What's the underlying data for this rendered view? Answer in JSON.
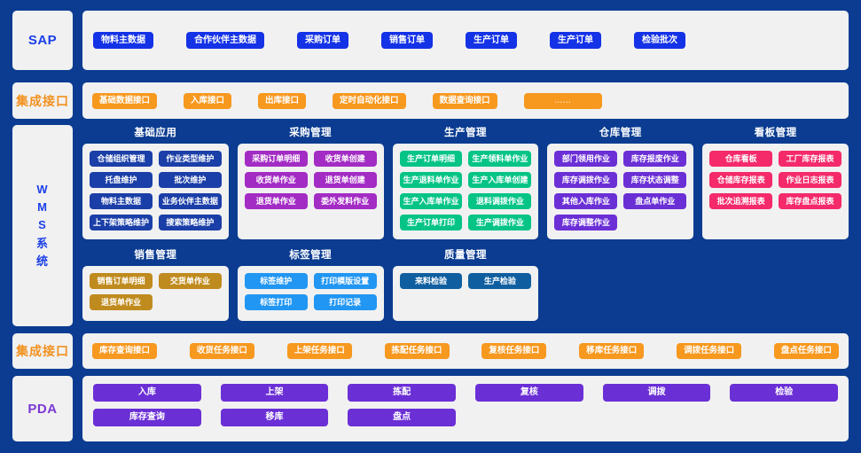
{
  "rails": {
    "sap": "SAP",
    "integration_top": "集成接口",
    "wms": [
      "W",
      "M",
      "S",
      "系",
      "统"
    ],
    "integration_bottom": "集成接口",
    "pda": "PDA"
  },
  "sap": {
    "buttons": [
      "物料主数据",
      "合作伙伴主数据",
      "采购订单",
      "销售订单",
      "生产订单",
      "生产订单",
      "检验批次"
    ]
  },
  "integration_top": {
    "buttons": [
      "基础数据接口",
      "入库接口",
      "出库接口",
      "定时自动化接口",
      "数据查询接口",
      "……"
    ]
  },
  "wms": {
    "row1": [
      {
        "title": "基础应用",
        "color": "#1b3fa8",
        "items": [
          "仓储组织管理",
          "作业类型维护",
          "托盘维护",
          "批次维护",
          "物料主数据",
          "业务伙伴主数据",
          "上下架策略维护",
          "搜索策略维护"
        ]
      },
      {
        "title": "采购管理",
        "color": "#a32cc4",
        "items": [
          "采购订单明细",
          "收货单创建",
          "收货单作业",
          "退货单创建",
          "退货单作业",
          "委外发料作业"
        ]
      },
      {
        "title": "生产管理",
        "color": "#06c486",
        "items": [
          "生产订单明细",
          "生产领料单作业",
          "生产退料单作业",
          "生产入库单创建",
          "生产入库单作业",
          "退料调拨作业",
          "生产订单打印",
          "生产调拨作业"
        ]
      },
      {
        "title": "仓库管理",
        "color": "#6b2fd6",
        "items": [
          "部门领用作业",
          "库存报废作业",
          "库存调拨作业",
          "库存状态调整",
          "其他入库作业",
          "盘点单作业",
          "库存调整作业"
        ]
      },
      {
        "title": "看板管理",
        "color": "#f42a6b",
        "items": [
          "仓库看板",
          "工厂库存报表",
          "仓储库存报表",
          "作业日志报表",
          "批次追溯报表",
          "库存盘点报表"
        ]
      }
    ],
    "row2": [
      {
        "title": "销售管理",
        "color": "#c08b1e",
        "items": [
          "销售订单明细",
          "交货单作业",
          "退货单作业"
        ]
      },
      {
        "title": "标签管理",
        "color": "#2196f3",
        "items": [
          "标签维护",
          "打印模版设置",
          "标签打印",
          "打印记录"
        ]
      },
      {
        "title": "质量管理",
        "color": "#0f5fa0",
        "items": [
          "来料检验",
          "生产检验"
        ]
      }
    ]
  },
  "integration_bottom": {
    "buttons": [
      "库存查询接口",
      "收货任务接口",
      "上架任务接口",
      "拣配任务接口",
      "复核任务接口",
      "移库任务接口",
      "调拨任务接口",
      "盘点任务接口"
    ]
  },
  "pda": {
    "row1": [
      "入库",
      "上架",
      "拣配",
      "复核",
      "调拨",
      "检验"
    ],
    "row2": [
      "库存查询",
      "移库",
      "盘点"
    ]
  },
  "colors": {
    "background": "#0b3c91",
    "panel": "#f1f1f1",
    "sap_accent": "#1432e6",
    "integration_accent": "#f7981f",
    "pda_accent": "#6b2fd6"
  }
}
